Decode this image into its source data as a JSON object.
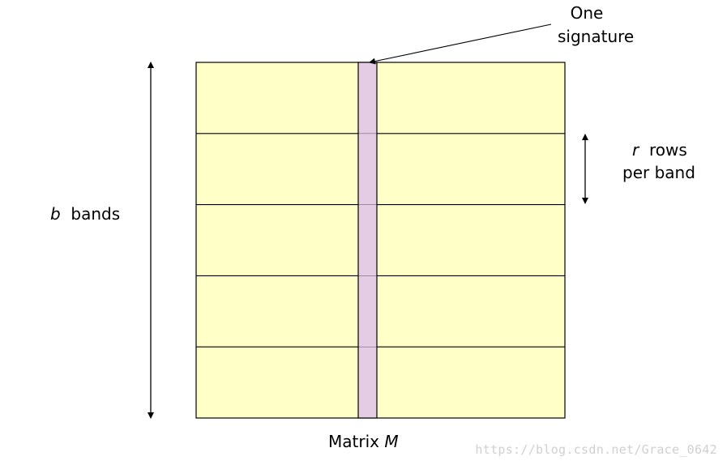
{
  "labels": {
    "signature_line1": "One",
    "signature_line2": "signature",
    "bands_var": "b",
    "bands_text": "bands",
    "rows_var": "r",
    "rows_text": "rows",
    "rows_line2": "per band",
    "matrix_text": "Matrix",
    "matrix_var": "M"
  },
  "watermark": "https://blog.csdn.net/Grace_0642",
  "diagram": {
    "band_count": 5,
    "colors": {
      "matrix_fill": "#ffffc8",
      "signature_fill": "#e5cce5",
      "stroke": "#000000"
    }
  }
}
